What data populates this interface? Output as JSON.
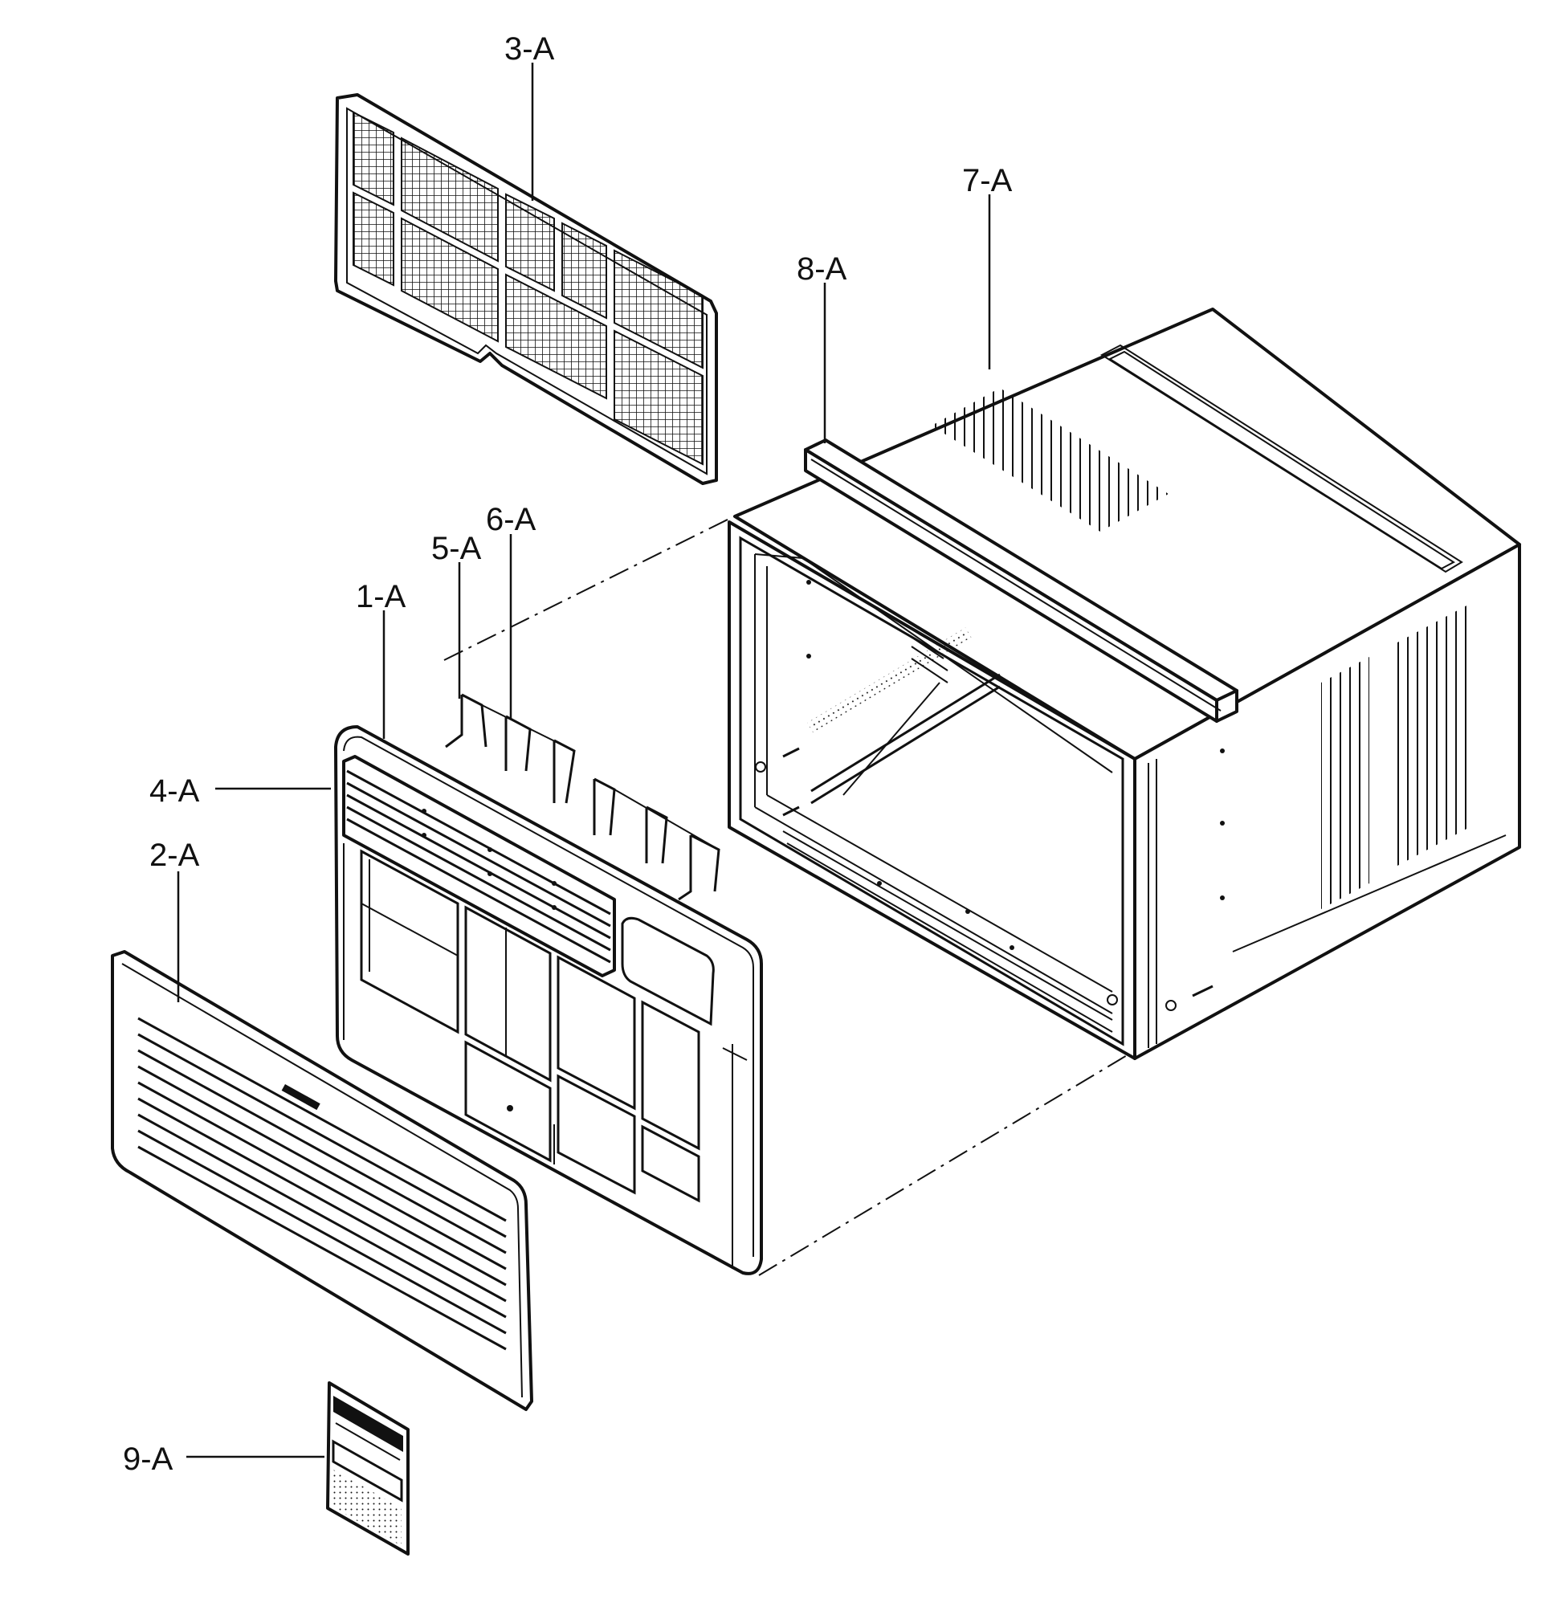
{
  "diagram": {
    "labels": {
      "p3a": "3-A",
      "p7a": "7-A",
      "p8a": "8-A",
      "p6a": "6-A",
      "p5a": "5-A",
      "p1a": "1-A",
      "p4a": "4-A",
      "p2a": "2-A",
      "p9a": "9-A"
    }
  }
}
